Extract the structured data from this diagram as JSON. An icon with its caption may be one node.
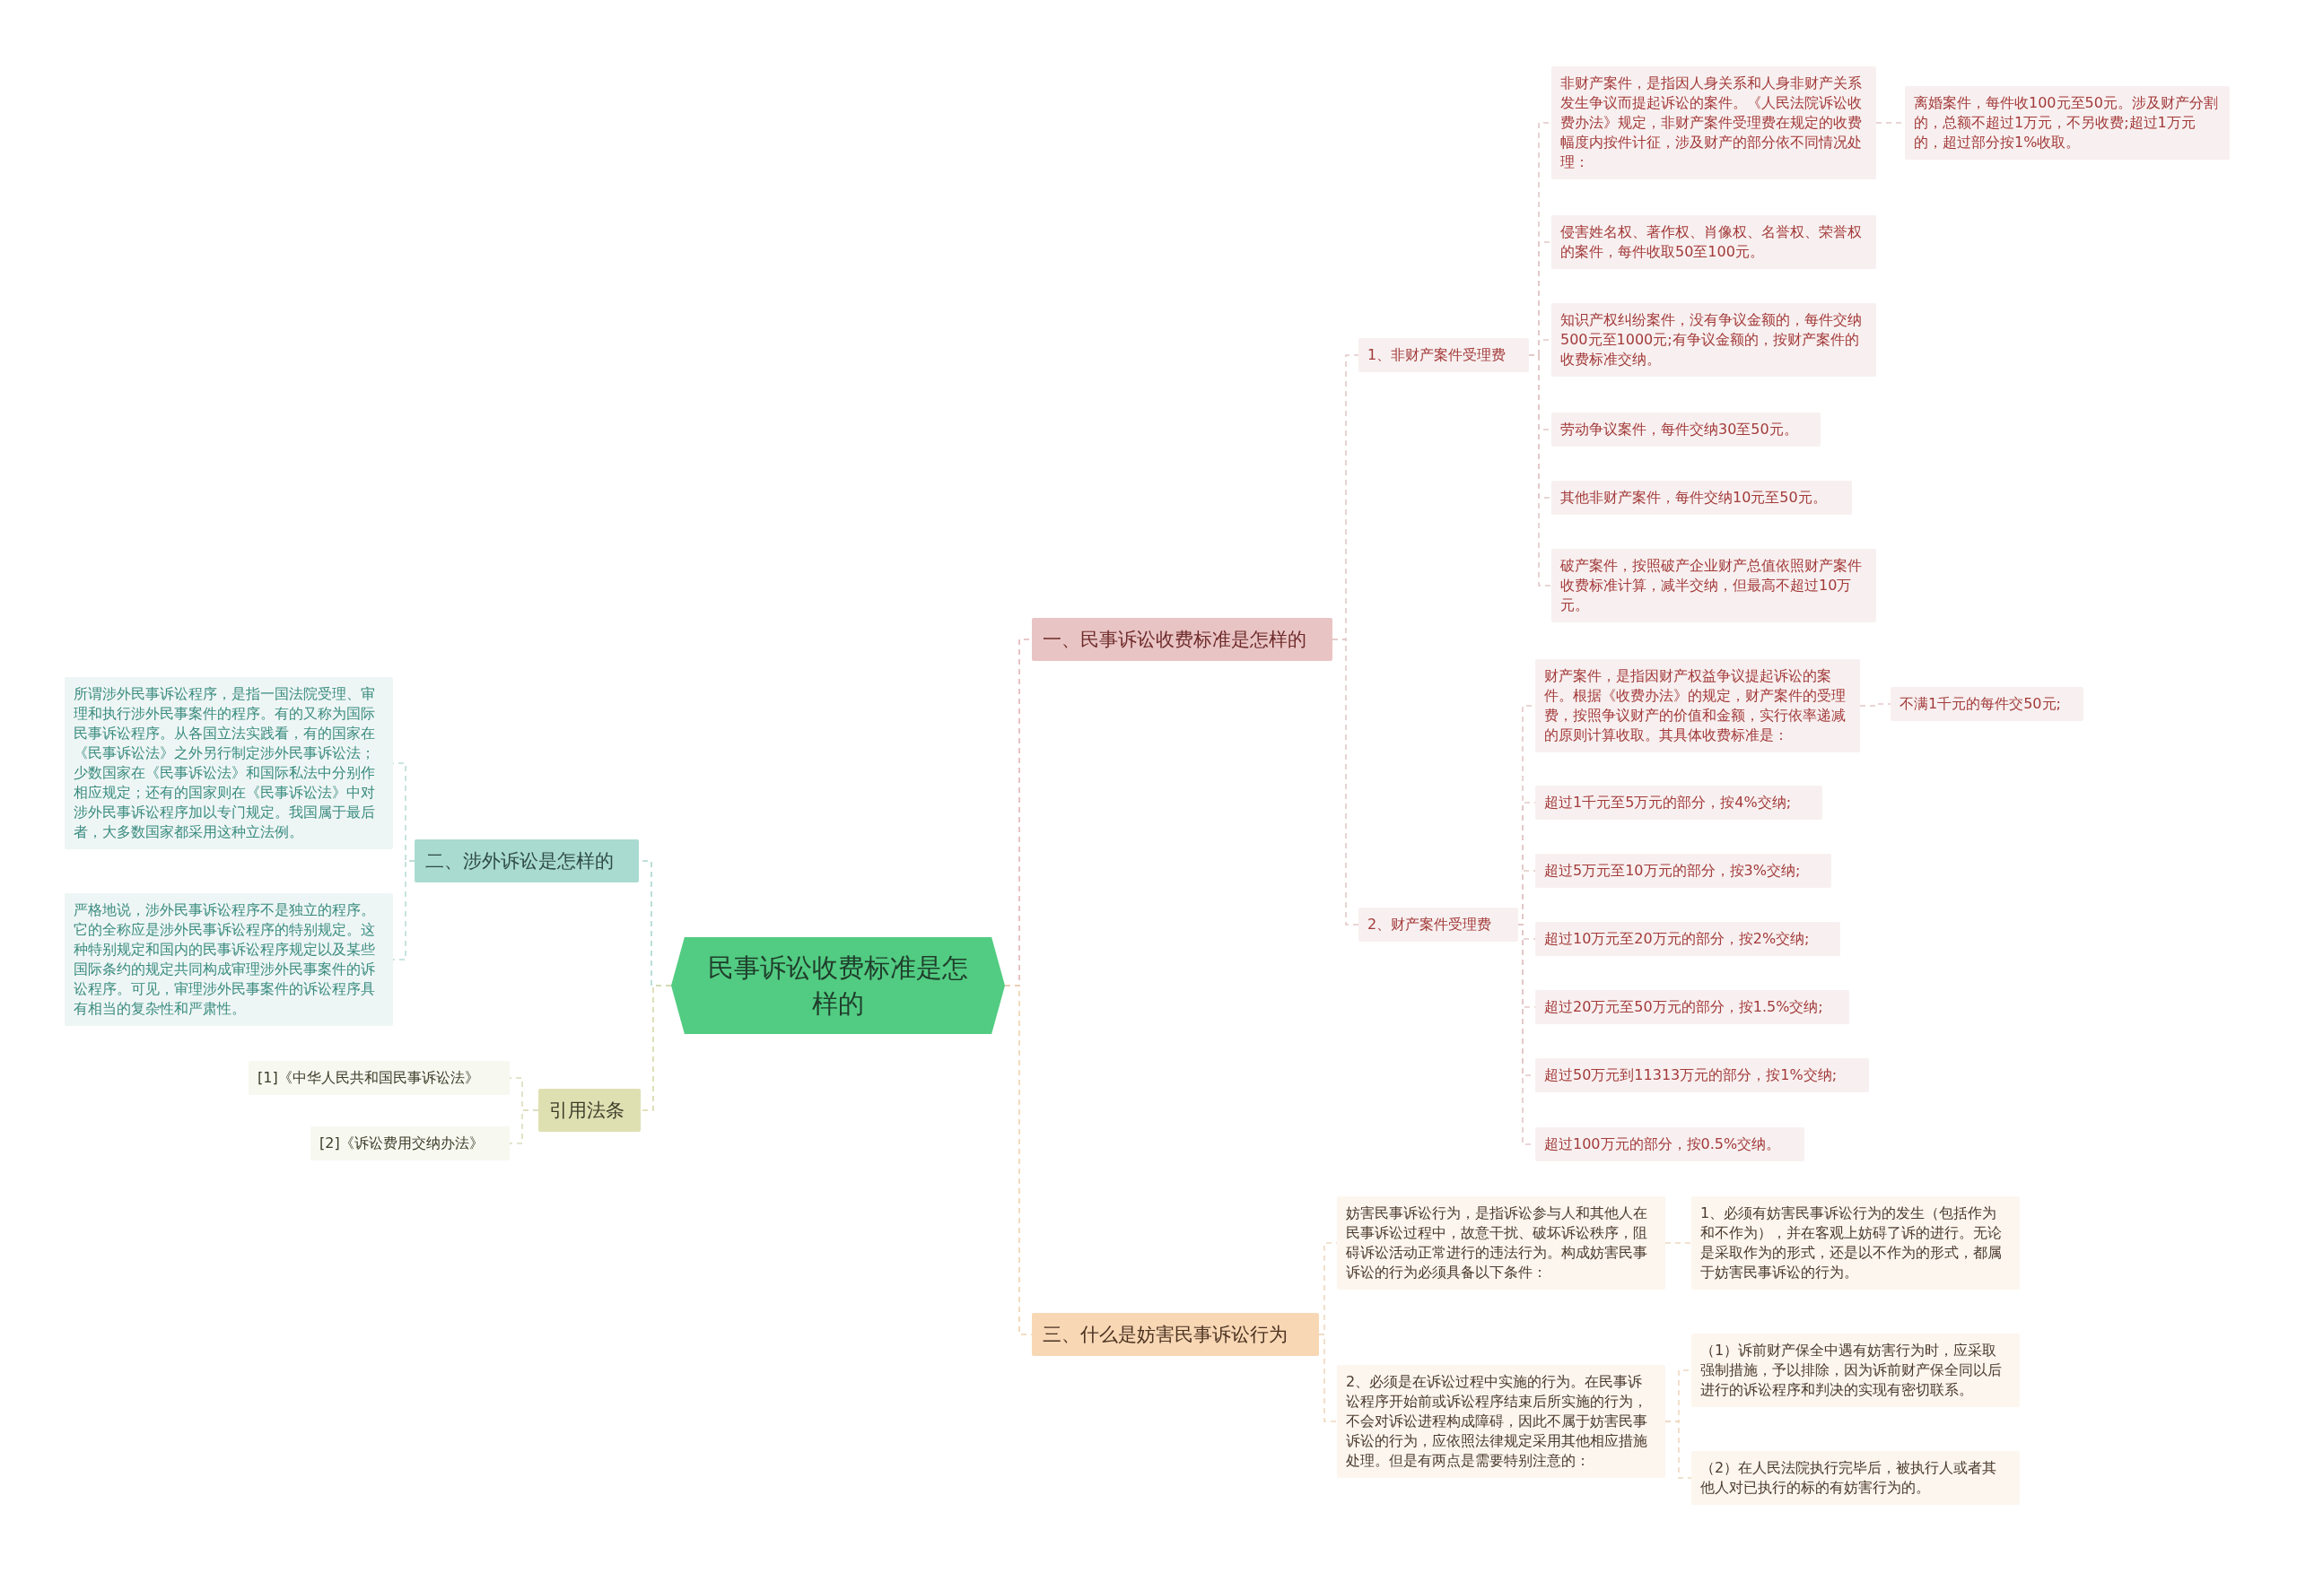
{
  "diagram": {
    "nodes": [
      {
        "text": [
          "民事诉讼收费标准是怎样的"
        ]
      },
      {
        "text": [
          "一、民事诉讼收费标准是怎样的"
        ]
      },
      {
        "text": [
          "1、非财产案件受理费"
        ]
      },
      {
        "text": [
          "非财产案件，是指因人身关系和人身非财产关系发生争议而提起诉讼的案件。《人民法院诉讼收费办法》规定，非财产案件受理费在规定的收费幅度内按件计征，涉及财产的部分依不同情况处理："
        ]
      },
      {
        "text": [
          "离婚案件，每件收100元至50元。涉及财产分割的，总额不超过1万元，不另收费;超过1万元的，超过部分按1%收取。"
        ]
      },
      {
        "text": [
          "侵害姓名权、著作权、肖像权、名誉权、荣誉权的案件，每件收取50至100元。"
        ]
      },
      {
        "text": [
          "知识产权纠纷案件，没有争议金额的，每件交纳500元至1000元;有争议金额的，按财产案件的收费标准交纳。"
        ]
      },
      {
        "text": [
          "劳动争议案件，每件交纳30至50元。"
        ]
      },
      {
        "text": [
          "其他非财产案件，每件交纳10元至50元。"
        ]
      },
      {
        "text": [
          "破产案件，按照破产企业财产总值依照财产案件收费标准计算，减半交纳，但最高不超过10万元。"
        ]
      },
      {
        "text": [
          "2、财产案件受理费"
        ]
      },
      {
        "text": [
          "财产案件，是指因财产权益争议提起诉讼的案件。根据《收费办法》的规定，财产案件的受理费，按照争议财产的价值和金额，实行依率递减的原则计算收取。其具体收费标准是："
        ]
      },
      {
        "text": [
          "不满1千元的每件交50元;"
        ]
      },
      {
        "text": [
          "超过1千元至5万元的部分，按4%交纳;"
        ]
      },
      {
        "text": [
          "超过5万元至10万元的部分，按3%交纳;"
        ]
      },
      {
        "text": [
          "超过10万元至20万元的部分，按2%交纳;"
        ]
      },
      {
        "text": [
          "超过20万元至50万元的部分，按1.5%交纳;"
        ]
      },
      {
        "text": [
          "超过50万元到11313万元的部分，按1%交纳;"
        ]
      },
      {
        "text": [
          "超过100万元的部分，按0.5%交纳。"
        ]
      },
      {
        "text": [
          "三、什么是妨害民事诉讼行为"
        ]
      },
      {
        "text": [
          "妨害民事诉讼行为，是指诉讼参与人和其他人在民事诉讼过程中，故意干扰、破坏诉讼秩序，阻碍诉讼活动正常进行的违法行为。构成妨害民事诉讼的行为必须具备以下条件："
        ]
      },
      {
        "text": [
          "1、必须有妨害民事诉讼行为的发生（包括作为和不作为），并在客观上妨碍了诉的进行。无论是采取作为的形式，还是以不作为的形式，都属于妨害民事诉讼的行为。"
        ]
      },
      {
        "text": [
          "2、必须是在诉讼过程中实施的行为。在民事诉讼程序开始前或诉讼程序结束后所实施的行为，不会对诉讼进程构成障碍，因此不属于妨害民事诉讼的行为，应依照法律规定采用其他相应措施处理。但是有两点是需要特别注意的："
        ]
      },
      {
        "text": [
          "（1）诉前财产保全中遇有妨害行为时，应采取强制措施，予以排除，因为诉前财产保全同以后进行的诉讼程序和判决的实现有密切联系。"
        ]
      },
      {
        "text": [
          "（2）在人民法院执行完毕后，被执行人或者其他人对已执行的标的有妨害行为的。"
        ]
      },
      {
        "text": [
          "二、涉外诉讼是怎样的"
        ]
      },
      {
        "text": [
          "所谓涉外民事诉讼程序，是指一国法院受理、审理和执行涉外民事案件的程序。有的又称为国际民事诉讼程序。从各国立法实践看，有的国家在《民事诉讼法》之外另行制定涉外民事诉讼法；少数国家在《民事诉讼法》和国际私法中分别作相应规定；还有的国家则在《民事诉讼法》中对涉外民事诉讼程序加以专门规定。我国属于最后者，大多数国家都采用这种立法例。"
        ]
      },
      {
        "text": [
          "严格地说，涉外民事诉讼程序不是独立的程序。它的全称应是涉外民事诉讼程序的特别规定。这种特别规定和国内的民事诉讼程序规定以及某些国际条约的规定共同构成审理涉外民事案件的诉讼程序。可见，审理涉外民事案件的诉讼程序具有相当的复杂性和严肃性。"
        ]
      },
      {
        "text": [
          "引用法条"
        ]
      },
      {
        "text": [
          "[1]《中华人民共和国民事诉讼法》"
        ]
      },
      {
        "text": [
          "[2]《诉讼费用交纳办法》"
        ]
      }
    ],
    "edges": [
      {
        "from": 0,
        "to": 1,
        "arrow": "none",
        "style": "dashed",
        "color": "#e3b5b5"
      },
      {
        "from": 1,
        "to": 2,
        "arrow": "none",
        "style": "dashed",
        "color": "#e3c8c8"
      },
      {
        "from": 2,
        "to": 3,
        "arrow": "none",
        "style": "dashed",
        "color": "#e3c8c8"
      },
      {
        "from": 3,
        "to": 4,
        "arrow": "none",
        "style": "dashed",
        "color": "#e3c8c8"
      },
      {
        "from": 2,
        "to": 5,
        "arrow": "none",
        "style": "dashed",
        "color": "#e3c8c8"
      },
      {
        "from": 2,
        "to": 6,
        "arrow": "none",
        "style": "dashed",
        "color": "#e3c8c8"
      },
      {
        "from": 2,
        "to": 7,
        "arrow": "none",
        "style": "dashed",
        "color": "#e3c8c8"
      },
      {
        "from": 2,
        "to": 8,
        "arrow": "none",
        "style": "dashed",
        "color": "#e3c8c8"
      },
      {
        "from": 2,
        "to": 9,
        "arrow": "none",
        "style": "dashed",
        "color": "#e3c8c8"
      },
      {
        "from": 1,
        "to": 10,
        "arrow": "none",
        "style": "dashed",
        "color": "#e3c8c8"
      },
      {
        "from": 10,
        "to": 11,
        "arrow": "none",
        "style": "dashed",
        "color": "#e3c8c8"
      },
      {
        "from": 11,
        "to": 12,
        "arrow": "none",
        "style": "dashed",
        "color": "#e3c8c8"
      },
      {
        "from": 10,
        "to": 13,
        "arrow": "none",
        "style": "dashed",
        "color": "#e3c8c8"
      },
      {
        "from": 10,
        "to": 14,
        "arrow": "none",
        "style": "dashed",
        "color": "#e3c8c8"
      },
      {
        "from": 10,
        "to": 15,
        "arrow": "none",
        "style": "dashed",
        "color": "#e3c8c8"
      },
      {
        "from": 10,
        "to": 16,
        "arrow": "none",
        "style": "dashed",
        "color": "#e3c8c8"
      },
      {
        "from": 10,
        "to": 17,
        "arrow": "none",
        "style": "dashed",
        "color": "#e3c8c8"
      },
      {
        "from": 10,
        "to": 18,
        "arrow": "none",
        "style": "dashed",
        "color": "#e3c8c8"
      },
      {
        "from": 0,
        "to": 19,
        "arrow": "none",
        "style": "dashed",
        "color": "#f0d2b0"
      },
      {
        "from": 19,
        "to": 20,
        "arrow": "none",
        "style": "dashed",
        "color": "#f0d8c0"
      },
      {
        "from": 20,
        "to": 21,
        "arrow": "none",
        "style": "dashed",
        "color": "#f0d8c0"
      },
      {
        "from": 19,
        "to": 22,
        "arrow": "none",
        "style": "dashed",
        "color": "#f0d8c0"
      },
      {
        "from": 22,
        "to": 23,
        "arrow": "none",
        "style": "dashed",
        "color": "#f0d8c0"
      },
      {
        "from": 22,
        "to": 24,
        "arrow": "none",
        "style": "dashed",
        "color": "#f0d8c0"
      },
      {
        "from": 0,
        "to": 25,
        "arrow": "none",
        "style": "dashed",
        "color": "#a9d6cf"
      },
      {
        "from": 25,
        "to": 26,
        "arrow": "none",
        "style": "dashed",
        "color": "#b9dcd6"
      },
      {
        "from": 25,
        "to": 27,
        "arrow": "none",
        "style": "dashed",
        "color": "#b9dcd6"
      },
      {
        "from": 0,
        "to": 28,
        "arrow": "none",
        "style": "dashed",
        "color": "#d8d9a8"
      },
      {
        "from": 28,
        "to": 29,
        "arrow": "none",
        "style": "dashed",
        "color": "#dcdcbc"
      },
      {
        "from": 28,
        "to": 30,
        "arrow": "none",
        "style": "dashed",
        "color": "#dcdcbc"
      }
    ]
  }
}
